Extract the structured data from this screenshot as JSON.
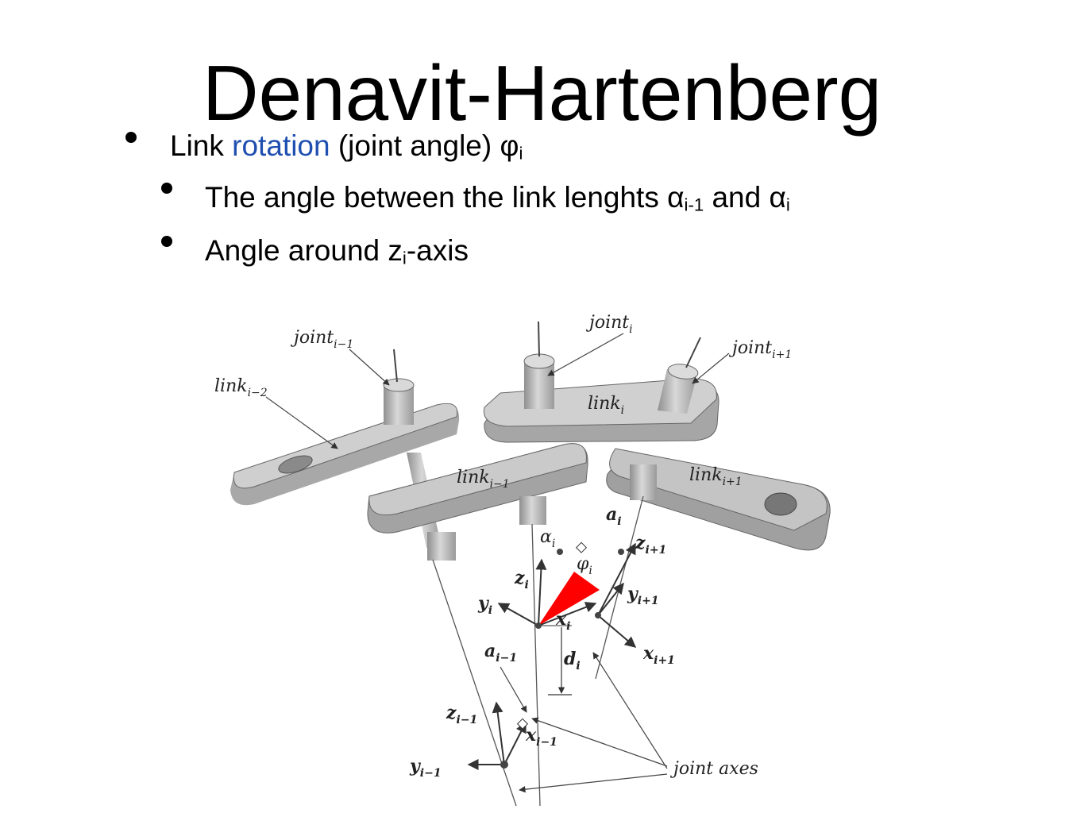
{
  "title": "Denavit-Hartenberg",
  "bullet1": {
    "pre": "Link ",
    "accent": "rotation",
    "post": " (joint angle) φ",
    "sub": "i",
    "accent_color": "#1f4fb0"
  },
  "bullet2": {
    "pre": "The angle between the link lenghts α",
    "sub1": "i-1",
    "mid": " and α",
    "sub2": "i"
  },
  "bullet3": {
    "pre": "Angle around z",
    "sub": "i",
    "post": "-axis"
  },
  "diagram": {
    "labels": {
      "joint_prev": {
        "base": "joint",
        "sub": "i−1"
      },
      "joint_cur": {
        "base": "joint",
        "sub": "i"
      },
      "joint_next": {
        "base": "joint",
        "sub": "i+1"
      },
      "link_prev2": {
        "base": "link",
        "sub": "i−2"
      },
      "link_cur": {
        "base": "link",
        "sub": "i"
      },
      "link_prev": {
        "base": "link",
        "sub": "i−1"
      },
      "link_next": {
        "base": "link",
        "sub": "i+1"
      },
      "alpha_i": {
        "base": "α",
        "sub": "i"
      },
      "a_i": {
        "base": "a",
        "sub": "i"
      },
      "z_next": {
        "base": "z",
        "sub": "i+1"
      },
      "phi_i": {
        "base": "φ",
        "sub": "i"
      },
      "z_i": {
        "base": "z",
        "sub": "i"
      },
      "y_next": {
        "base": "y",
        "sub": "i+1"
      },
      "y_i": {
        "base": "y",
        "sub": "i"
      },
      "x_i": {
        "base": "x",
        "sub": "i"
      },
      "a_prev": {
        "base": "a",
        "sub": "i−1"
      },
      "x_next": {
        "base": "x",
        "sub": "i+1"
      },
      "d_i": {
        "base": "d",
        "sub": "i"
      },
      "z_prev": {
        "base": "z",
        "sub": "i−1"
      },
      "x_prev": {
        "base": "x",
        "sub": "i−1"
      },
      "y_prev": {
        "base": "y",
        "sub": "i−1"
      },
      "joint_axes": "joint axes"
    },
    "colors": {
      "link_fill": "#c8c8c8",
      "link_side": "#9a9a9a",
      "angle_wedge": "#ff0000"
    }
  }
}
